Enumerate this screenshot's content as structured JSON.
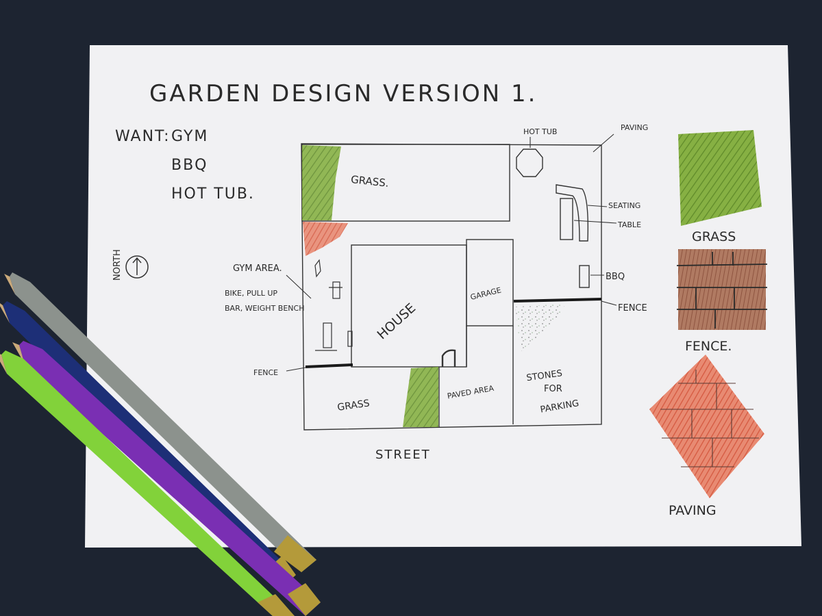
{
  "title": "GARDEN DESIGN VERSION 1.",
  "wants": {
    "label": "WANT:",
    "items": [
      "GYM",
      "BBQ",
      "HOT TUB."
    ]
  },
  "compass": {
    "label": "NORTH"
  },
  "plan_labels": {
    "grass_top": "GRASS.",
    "hot_tub": "HOT TUB",
    "paving": "PAVING",
    "seating": "SEATING",
    "table": "TABLE",
    "bbq": "BBQ",
    "fence_right": "FENCE",
    "garage": "GARAGE",
    "house": "HOUSE",
    "gym_area": "GYM AREA.",
    "gym_detail_1": "BIKE, PULL UP",
    "gym_detail_2": "BAR, WEIGHT BENCH",
    "fence_left": "FENCE",
    "grass_bottom": "GRASS",
    "paved_area": "PAVED AREA",
    "stones_1": "STONES",
    "stones_2": "FOR",
    "stones_3": "PARKING",
    "street": "STREET"
  },
  "legend": [
    {
      "label": "GRASS",
      "color": "#7aa63a"
    },
    {
      "label": "FENCE.",
      "color": "#a0624a"
    },
    {
      "label": "PAVING",
      "color": "#e0705a"
    }
  ],
  "colors": {
    "paper": "#f1f1f3",
    "grass": "#7aa63a",
    "fence": "#a0624a",
    "paving": "#e0705a",
    "ink": "#2a2a2a",
    "pencil_gray": "#8c928d",
    "pencil_blue": "#1d2f77",
    "pencil_purple": "#7a2fb3",
    "pencil_green": "#82d23a"
  }
}
